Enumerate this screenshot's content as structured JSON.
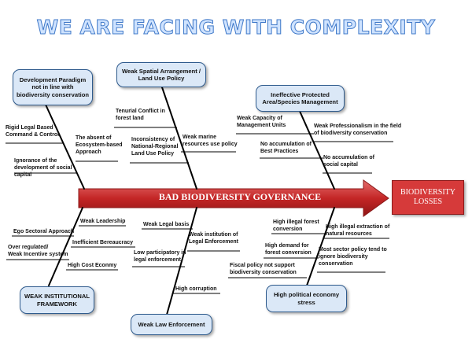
{
  "title": "WE ARE FACING WITH COMPLEXITY",
  "spine_label": "BAD BIODIVERSITY GOVERNANCE",
  "effect": "BIODIVERSITY\nLOSSES",
  "categories": {
    "development": "Development Paradigm\nnot in line with\nbiodiversity conservation",
    "spatial": "Weak Spatial Arrangement /\nLand Use Policy",
    "protected": "Ineffective Protected\nArea/Species Management",
    "institutional": "WEAK INSTITUTIONAL\nFRAMEWORK",
    "law": "Weak Law Enforcement",
    "economy": "High political economy\nstress"
  },
  "causes": {
    "development": [
      "Rigid Legal Based\nCommand & Control",
      "The absent of\nEcosystem-based\nApproach",
      "Ignorance of the\ndevelopment of social\ncapital"
    ],
    "spatial": [
      "Tenurial Conflict in\nforest land",
      "Inconsistency of\nNational-Regional\nLand Use Policy",
      "Weak marine\nresources use policy"
    ],
    "protected": [
      "Weak Capacity of\nManagement Units",
      "Weak Professionalism in the field\nof biodiversity conservation",
      "No accumulation of\nBest Practices",
      "No accumulation of\nsocial capital"
    ],
    "institutional": [
      "Weak Leadership",
      "Ego Sectoral Approach",
      "Inefficient Bereaucracy",
      "Over regulated/\nWeak Incentive system",
      "High Cost Econmy"
    ],
    "law": [
      "Weak Legal basis",
      "Weak institution of\nLegal Enforcement",
      "Low participatory in\nlegal enforcement",
      "High corruption"
    ],
    "economy": [
      "High illegal forest\nconversion",
      "High illegal extraction of\nnatural resources",
      "High demand for\nforest conversion",
      "Most sector policy tend to\nignore biodiversity\nconservation",
      "Fiscal policy not support\nbiodiversity conservation"
    ]
  }
}
